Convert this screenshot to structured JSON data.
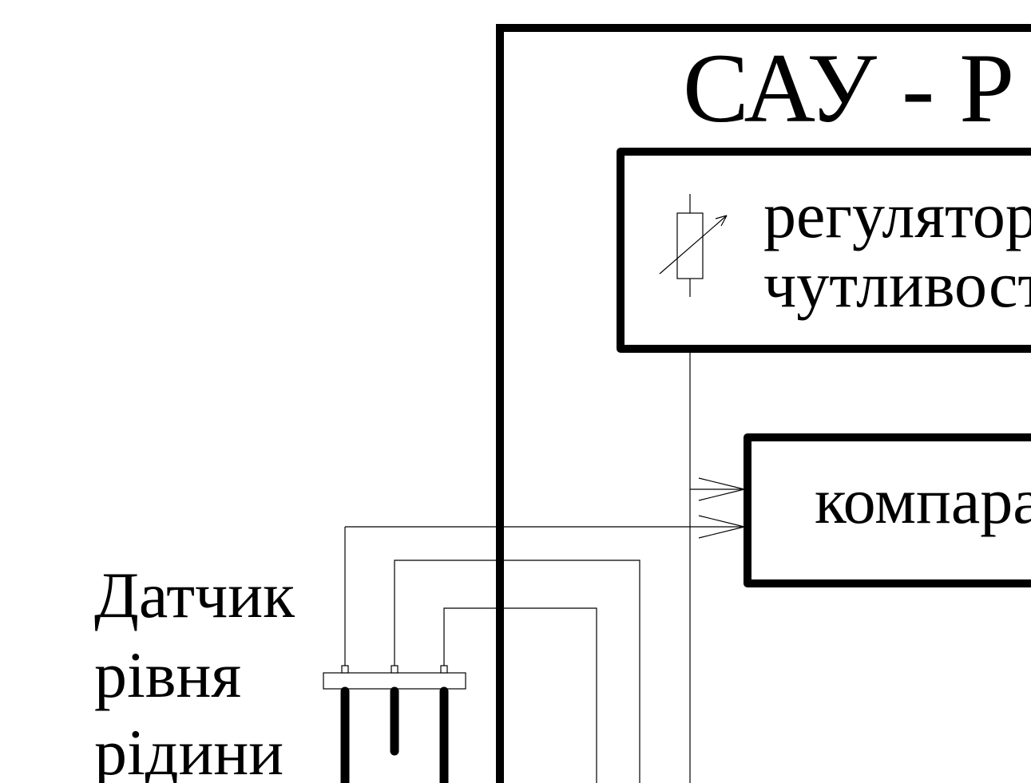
{
  "colors": {
    "line": "#000000",
    "background": "#ffffff"
  },
  "device": {
    "title": "САУ - Р"
  },
  "regulator": {
    "line1": "регулятор",
    "line2": "чутливості",
    "symbol": "variable-resistor-icon"
  },
  "comparator": {
    "label": "компаратор"
  },
  "sensor": {
    "line1": "Датчик",
    "line2": "рівня",
    "line3": "рідини",
    "symbol": "level-sensor-electrodes-icon"
  }
}
